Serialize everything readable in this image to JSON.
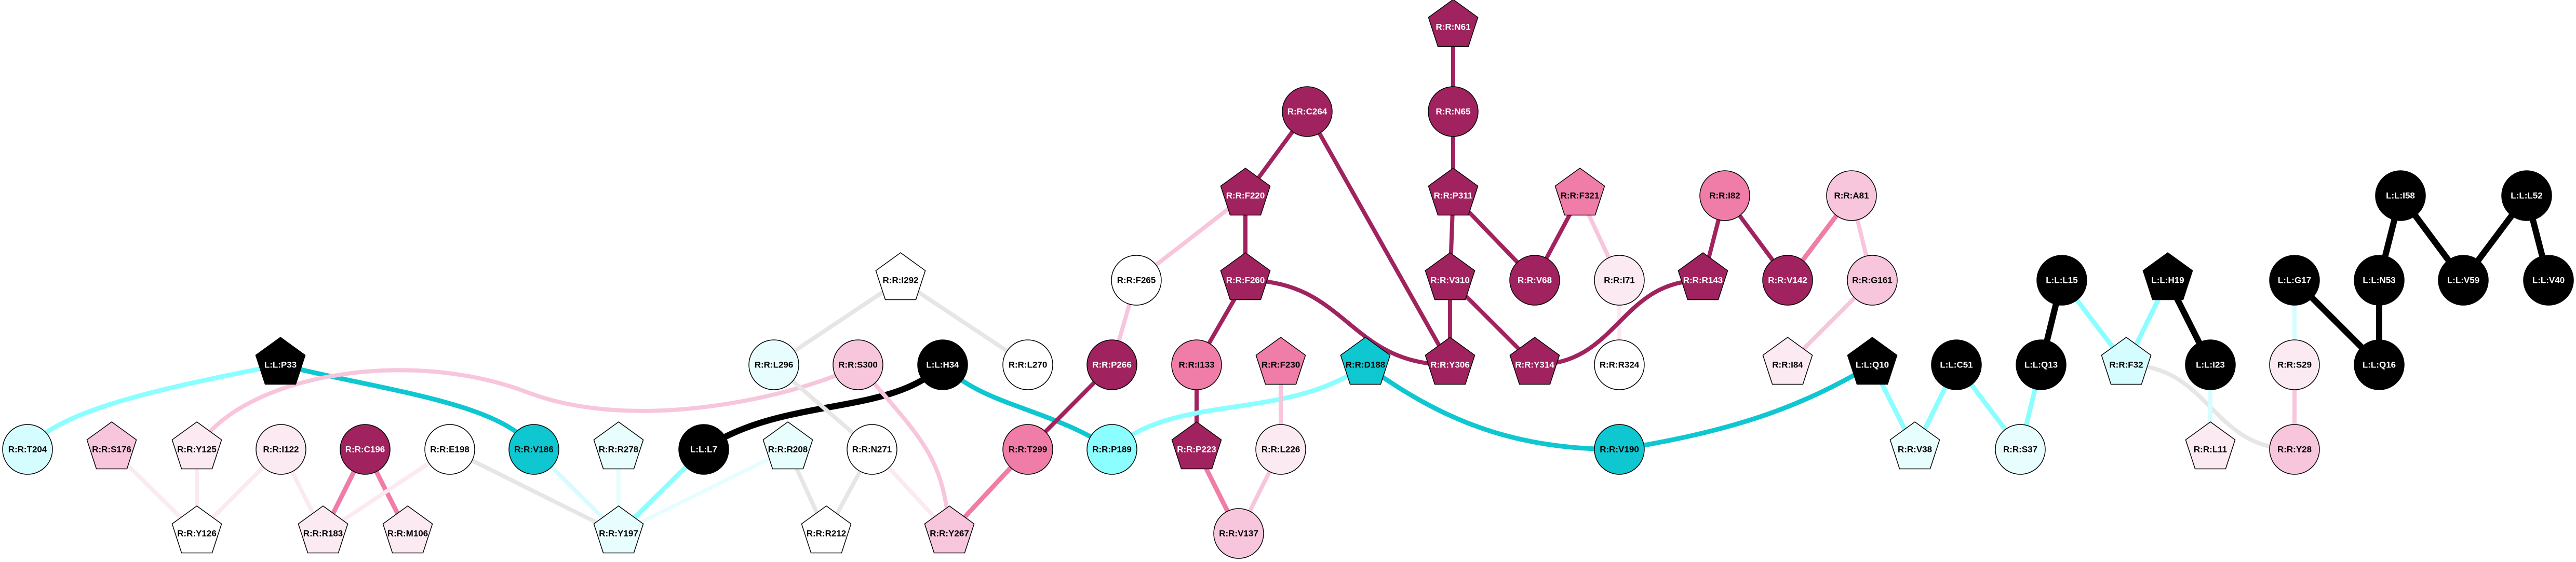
{
  "colors": {
    "dark": "#A0235F",
    "pink": "#F07DA8",
    "lightpink": "#F8C6DC",
    "vlpink": "#FBEAF2",
    "teal": "#0FC7D0",
    "cyan": "#8BFFFF",
    "lightcyan": "#D5FDFF",
    "vlcyan": "#E8FEFE",
    "grey": "#E6E6E6",
    "black": "#000000",
    "white": "#FFFFFF"
  },
  "nodes": [
    {
      "id": "N61",
      "label": "R:R:N61",
      "shape": "pentagon",
      "fill": "dark"
    },
    {
      "id": "C264",
      "label": "R:R:C264",
      "shape": "circle",
      "fill": "dark"
    },
    {
      "id": "N65",
      "label": "R:R:N65",
      "shape": "circle",
      "fill": "dark"
    },
    {
      "id": "F220",
      "label": "R:R:F220",
      "shape": "pentagon",
      "fill": "dark"
    },
    {
      "id": "P311",
      "label": "R:R:P311",
      "shape": "pentagon",
      "fill": "dark"
    },
    {
      "id": "F321",
      "label": "R:R:F321",
      "shape": "pentagon",
      "fill": "pink"
    },
    {
      "id": "I82",
      "label": "R:R:I82",
      "shape": "circle",
      "fill": "pink"
    },
    {
      "id": "A81",
      "label": "R:R:A81",
      "shape": "circle",
      "fill": "lightpink"
    },
    {
      "id": "I58",
      "label": "L:L:I58",
      "shape": "circle",
      "fill": "black"
    },
    {
      "id": "L52",
      "label": "L:L:L52",
      "shape": "circle",
      "fill": "black"
    },
    {
      "id": "I292",
      "label": "R:R:I292",
      "shape": "pentagon",
      "fill": "white"
    },
    {
      "id": "F265",
      "label": "R:R:F265",
      "shape": "circle",
      "fill": "white"
    },
    {
      "id": "F260",
      "label": "R:R:F260",
      "shape": "pentagon",
      "fill": "dark"
    },
    {
      "id": "V310",
      "label": "R:R:V310",
      "shape": "pentagon",
      "fill": "dark"
    },
    {
      "id": "V68",
      "label": "R:R:V68",
      "shape": "circle",
      "fill": "dark"
    },
    {
      "id": "I71",
      "label": "R:R:I71",
      "shape": "circle",
      "fill": "vlpink"
    },
    {
      "id": "R143",
      "label": "R:R:R143",
      "shape": "pentagon",
      "fill": "dark"
    },
    {
      "id": "V142",
      "label": "R:R:V142",
      "shape": "circle",
      "fill": "dark"
    },
    {
      "id": "G161",
      "label": "R:R:G161",
      "shape": "circle",
      "fill": "lightpink"
    },
    {
      "id": "L15",
      "label": "L:L:L15",
      "shape": "circle",
      "fill": "black"
    },
    {
      "id": "H19",
      "label": "L:L:H19",
      "shape": "pentagon",
      "fill": "black"
    },
    {
      "id": "G17",
      "label": "L:L:G17",
      "shape": "circle",
      "fill": "black"
    },
    {
      "id": "N53",
      "label": "L:L:N53",
      "shape": "circle",
      "fill": "black"
    },
    {
      "id": "V59",
      "label": "L:L:V59",
      "shape": "circle",
      "fill": "black"
    },
    {
      "id": "V40",
      "label": "L:L:V40",
      "shape": "circle",
      "fill": "black"
    },
    {
      "id": "P33",
      "label": "L:L:P33",
      "shape": "pentagon",
      "fill": "black"
    },
    {
      "id": "L296",
      "label": "R:R:L296",
      "shape": "circle",
      "fill": "vlcyan"
    },
    {
      "id": "S300",
      "label": "R:R:S300",
      "shape": "circle",
      "fill": "lightpink"
    },
    {
      "id": "H34",
      "label": "L:L:H34",
      "shape": "circle",
      "fill": "black"
    },
    {
      "id": "L270",
      "label": "R:R:L270",
      "shape": "circle",
      "fill": "white"
    },
    {
      "id": "P266",
      "label": "R:R:P266",
      "shape": "circle",
      "fill": "dark"
    },
    {
      "id": "I133",
      "label": "R:R:I133",
      "shape": "circle",
      "fill": "pink"
    },
    {
      "id": "F230",
      "label": "R:R:F230",
      "shape": "pentagon",
      "fill": "pink"
    },
    {
      "id": "D188",
      "label": "R:R:D188",
      "shape": "pentagon",
      "fill": "teal"
    },
    {
      "id": "Y306",
      "label": "R:R:Y306",
      "shape": "pentagon",
      "fill": "dark"
    },
    {
      "id": "Y314",
      "label": "R:R:Y314",
      "shape": "pentagon",
      "fill": "dark"
    },
    {
      "id": "R324",
      "label": "R:R:R324",
      "shape": "circle",
      "fill": "white"
    },
    {
      "id": "I84",
      "label": "R:R:I84",
      "shape": "pentagon",
      "fill": "vlpink"
    },
    {
      "id": "Q10",
      "label": "L:L:Q10",
      "shape": "pentagon",
      "fill": "black"
    },
    {
      "id": "C51",
      "label": "L:L:C51",
      "shape": "circle",
      "fill": "black"
    },
    {
      "id": "Q13",
      "label": "L:L:Q13",
      "shape": "circle",
      "fill": "black"
    },
    {
      "id": "F32",
      "label": "R:R:F32",
      "shape": "pentagon",
      "fill": "lightcyan"
    },
    {
      "id": "I23",
      "label": "L:L:I23",
      "shape": "circle",
      "fill": "black"
    },
    {
      "id": "S29",
      "label": "R:R:S29",
      "shape": "circle",
      "fill": "vlpink"
    },
    {
      "id": "Q16",
      "label": "L:L:Q16",
      "shape": "circle",
      "fill": "black"
    },
    {
      "id": "T204",
      "label": "R:R:T204",
      "shape": "circle",
      "fill": "lightcyan"
    },
    {
      "id": "S176",
      "label": "R:R:S176",
      "shape": "pentagon",
      "fill": "lightpink"
    },
    {
      "id": "Y125",
      "label": "R:R:Y125",
      "shape": "pentagon",
      "fill": "vlpink"
    },
    {
      "id": "I122",
      "label": "R:R:I122",
      "shape": "circle",
      "fill": "vlpink"
    },
    {
      "id": "C196",
      "label": "R:R:C196",
      "shape": "circle",
      "fill": "dark"
    },
    {
      "id": "E198",
      "label": "R:R:E198",
      "shape": "circle",
      "fill": "white"
    },
    {
      "id": "V186",
      "label": "R:R:V186",
      "shape": "circle",
      "fill": "teal"
    },
    {
      "id": "R278",
      "label": "R:R:R278",
      "shape": "pentagon",
      "fill": "vlcyan"
    },
    {
      "id": "L7",
      "label": "L:L:L7",
      "shape": "circle",
      "fill": "black"
    },
    {
      "id": "R208",
      "label": "R:R:R208",
      "shape": "pentagon",
      "fill": "vlcyan"
    },
    {
      "id": "N271",
      "label": "R:R:N271",
      "shape": "circle",
      "fill": "white"
    },
    {
      "id": "T299",
      "label": "R:R:T299",
      "shape": "circle",
      "fill": "pink"
    },
    {
      "id": "P189",
      "label": "R:R:P189",
      "shape": "circle",
      "fill": "cyan"
    },
    {
      "id": "P223",
      "label": "R:R:P223",
      "shape": "pentagon",
      "fill": "dark"
    },
    {
      "id": "L226",
      "label": "R:R:L226",
      "shape": "circle",
      "fill": "vlpink"
    },
    {
      "id": "V190",
      "label": "R:R:V190",
      "shape": "circle",
      "fill": "teal"
    },
    {
      "id": "V38",
      "label": "R:R:V38",
      "shape": "pentagon",
      "fill": "vlcyan"
    },
    {
      "id": "S37",
      "label": "R:R:S37",
      "shape": "circle",
      "fill": "vlcyan"
    },
    {
      "id": "L11",
      "label": "R:R:L11",
      "shape": "pentagon",
      "fill": "vlpink"
    },
    {
      "id": "Y28",
      "label": "R:R:Y28",
      "shape": "circle",
      "fill": "lightpink"
    },
    {
      "id": "Y126",
      "label": "R:R:Y126",
      "shape": "pentagon",
      "fill": "white"
    },
    {
      "id": "R183",
      "label": "R:R:R183",
      "shape": "pentagon",
      "fill": "vlpink"
    },
    {
      "id": "M106",
      "label": "R:R:M106",
      "shape": "pentagon",
      "fill": "vlpink"
    },
    {
      "id": "Y197",
      "label": "R:R:Y197",
      "shape": "pentagon",
      "fill": "vlcyan"
    },
    {
      "id": "R212",
      "label": "R:R:R212",
      "shape": "pentagon",
      "fill": "white"
    },
    {
      "id": "Y267",
      "label": "R:R:Y267",
      "shape": "pentagon",
      "fill": "lightpink"
    },
    {
      "id": "V137",
      "label": "R:R:V137",
      "shape": "circle",
      "fill": "lightpink"
    }
  ],
  "edges": [
    {
      "s": "P33",
      "t": "T204",
      "color": "cyan"
    },
    {
      "s": "P33",
      "t": "V186",
      "color": "teal"
    },
    {
      "s": "Y125",
      "t": "S300",
      "color": "lightpink"
    },
    {
      "s": "S176",
      "t": "Y126",
      "color": "vlpink"
    },
    {
      "s": "Y125",
      "t": "Y126",
      "color": "vlpink"
    },
    {
      "s": "I122",
      "t": "Y126",
      "color": "vlpink"
    },
    {
      "s": "I122",
      "t": "R183",
      "color": "vlpink"
    },
    {
      "s": "C196",
      "t": "R183",
      "color": "pink"
    },
    {
      "s": "C196",
      "t": "M106",
      "color": "pink"
    },
    {
      "s": "E198",
      "t": "R183",
      "color": "vlpink"
    },
    {
      "s": "E198",
      "t": "Y197",
      "color": "grey"
    },
    {
      "s": "V186",
      "t": "Y197",
      "color": "lightcyan"
    },
    {
      "s": "R278",
      "t": "Y197",
      "color": "vlcyan"
    },
    {
      "s": "L7",
      "t": "Y197",
      "color": "cyan"
    },
    {
      "s": "R208",
      "t": "Y197",
      "color": "vlcyan"
    },
    {
      "s": "H34",
      "t": "L7",
      "color": "black"
    },
    {
      "s": "I292",
      "t": "L296",
      "color": "grey"
    },
    {
      "s": "I292",
      "t": "L270",
      "color": "grey"
    },
    {
      "s": "L296",
      "t": "N271",
      "color": "grey"
    },
    {
      "s": "S300",
      "t": "Y267",
      "color": "lightpink"
    },
    {
      "s": "H34",
      "t": "P189",
      "color": "teal"
    },
    {
      "s": "N271",
      "t": "R212",
      "color": "grey"
    },
    {
      "s": "R208",
      "t": "R212",
      "color": "grey"
    },
    {
      "s": "N271",
      "t": "Y267",
      "color": "vlpink"
    },
    {
      "s": "T299",
      "t": "Y267",
      "color": "pink"
    },
    {
      "s": "P266",
      "t": "T299",
      "color": "dark"
    },
    {
      "s": "F265",
      "t": "P266",
      "color": "lightpink"
    },
    {
      "s": "F220",
      "t": "F265",
      "color": "lightpink"
    },
    {
      "s": "I133",
      "t": "P223",
      "color": "dark"
    },
    {
      "s": "P189",
      "t": "D188",
      "color": "cyan"
    },
    {
      "s": "F230",
      "t": "L226",
      "color": "lightpink"
    },
    {
      "s": "P223",
      "t": "V137",
      "color": "pink"
    },
    {
      "s": "L226",
      "t": "V137",
      "color": "lightpink"
    },
    {
      "s": "D188",
      "t": "V190",
      "color": "teal"
    },
    {
      "s": "C264",
      "t": "F220",
      "color": "dark"
    },
    {
      "s": "C264",
      "t": "Y306",
      "color": "dark"
    },
    {
      "s": "F220",
      "t": "F260",
      "color": "dark"
    },
    {
      "s": "F260",
      "t": "I133",
      "color": "dark"
    },
    {
      "s": "F260",
      "t": "Y306",
      "color": "dark"
    },
    {
      "s": "N61",
      "t": "N65",
      "color": "dark"
    },
    {
      "s": "N65",
      "t": "P311",
      "color": "dark"
    },
    {
      "s": "P311",
      "t": "V310",
      "color": "dark"
    },
    {
      "s": "P311",
      "t": "V68",
      "color": "dark"
    },
    {
      "s": "F321",
      "t": "V68",
      "color": "dark"
    },
    {
      "s": "F321",
      "t": "I71",
      "color": "lightpink"
    },
    {
      "s": "I71",
      "t": "R324",
      "color": "vlpink"
    },
    {
      "s": "V310",
      "t": "Y306",
      "color": "dark"
    },
    {
      "s": "V310",
      "t": "Y314",
      "color": "dark"
    },
    {
      "s": "R143",
      "t": "Y314",
      "color": "dark"
    },
    {
      "s": "I82",
      "t": "R143",
      "color": "dark"
    },
    {
      "s": "I82",
      "t": "V142",
      "color": "dark"
    },
    {
      "s": "A81",
      "t": "V142",
      "color": "pink"
    },
    {
      "s": "A81",
      "t": "G161",
      "color": "lightpink"
    },
    {
      "s": "G161",
      "t": "I84",
      "color": "lightpink"
    },
    {
      "s": "V190",
      "t": "Q10",
      "color": "teal"
    },
    {
      "s": "Q10",
      "t": "V38",
      "color": "cyan"
    },
    {
      "s": "C51",
      "t": "V38",
      "color": "cyan"
    },
    {
      "s": "C51",
      "t": "S37",
      "color": "cyan"
    },
    {
      "s": "Q13",
      "t": "S37",
      "color": "cyan"
    },
    {
      "s": "L15",
      "t": "Q13",
      "color": "black"
    },
    {
      "s": "L15",
      "t": "F32",
      "color": "cyan"
    },
    {
      "s": "H19",
      "t": "F32",
      "color": "cyan"
    },
    {
      "s": "H19",
      "t": "I23",
      "color": "black"
    },
    {
      "s": "F32",
      "t": "Y28",
      "color": "grey"
    },
    {
      "s": "I23",
      "t": "L11",
      "color": "lightcyan"
    },
    {
      "s": "G17",
      "t": "S29",
      "color": "lightcyan"
    },
    {
      "s": "G17",
      "t": "Q16",
      "color": "black"
    },
    {
      "s": "N53",
      "t": "Q16",
      "color": "black"
    },
    {
      "s": "S29",
      "t": "Y28",
      "color": "lightpink"
    },
    {
      "s": "I58",
      "t": "N53",
      "color": "black"
    },
    {
      "s": "I58",
      "t": "V59",
      "color": "black"
    },
    {
      "s": "L52",
      "t": "V59",
      "color": "black"
    },
    {
      "s": "L52",
      "t": "V40",
      "color": "black"
    }
  ]
}
